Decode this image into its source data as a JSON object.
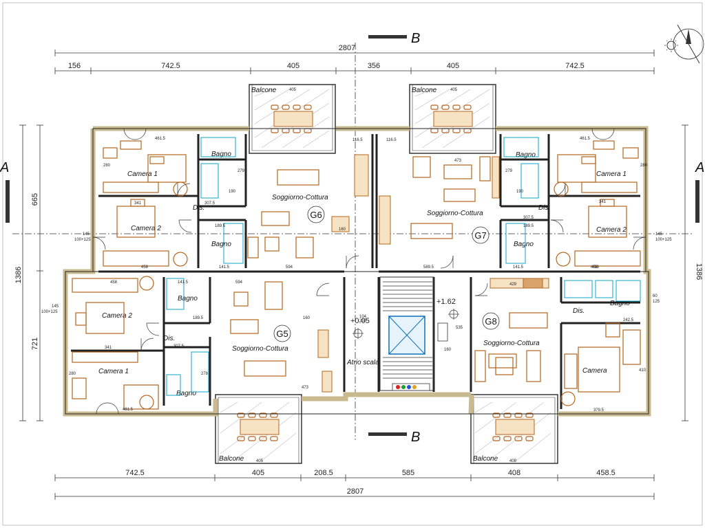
{
  "section_labels": {
    "b_top": "B",
    "b_bottom": "B",
    "a_left": "A",
    "a_right": "A"
  },
  "top_dims": {
    "total": "2807",
    "segments": [
      "156",
      "742.5",
      "405",
      "356",
      "405",
      "742.5"
    ]
  },
  "bottom_dims": {
    "total": "2807",
    "segments": [
      "742.5",
      "405",
      "208.5",
      "585",
      "408",
      "458.5"
    ]
  },
  "left_dims": {
    "total": "1386",
    "upper": "665",
    "lower": "721"
  },
  "right_dims": {
    "total": "1386"
  },
  "units": {
    "g5": "G5",
    "g6": "G6",
    "g7": "G7",
    "g8": "G8"
  },
  "rooms": {
    "balcone_tl": "Balcone",
    "balcone_tr": "Balcone",
    "balcone_bl": "Balcone",
    "balcone_br": "Balcone",
    "g6_camera1": "Camera 1",
    "g6_camera2": "Camera 2",
    "g6_bagno1": "Bagno",
    "g6_bagno2": "Bagno",
    "g6_dis": "Dis.",
    "g6_soggiorno": "Soggiorno-Cottura",
    "g7_camera1": "Camera 1",
    "g7_camera2": "Camera 2",
    "g7_bagno1": "Bagno",
    "g7_bagno2": "Bagno",
    "g7_dis": "Dis.",
    "g7_soggiorno": "Soggiorno-Cottura",
    "g5_camera1": "Camera 1",
    "g5_camera2": "Camera 2",
    "g5_bagno1": "Bagno",
    "g5_bagno2": "Bagno",
    "g5_dis": "Dis.",
    "g5_soggiorno": "Soggiorno-Cottura",
    "g8_camera": "Camera",
    "g8_bagno": "Bagno",
    "g8_dis": "Dis.",
    "g8_soggiorno": "Soggiorno-Cottura",
    "atrio": "Atrio scala"
  },
  "levels": {
    "atrio": "+0.05",
    "landing": "+1.62"
  },
  "small_dims": {
    "b405_tl": "405",
    "b405_tr": "405",
    "b405_bl": "405",
    "b405_br": "408",
    "d461_tl": "461.5",
    "d461_tr": "461.5",
    "d461_bl": "461.5",
    "d458_a": "458",
    "d458_b": "458",
    "d458_c": "458",
    "d458_d": "458",
    "d594_a": "594",
    "d594_b": "594",
    "d589": "589.5",
    "d473_a": "473",
    "d473_b": "473",
    "d116_a": "116.5",
    "d116_b": "116.5",
    "d341_a": "341",
    "d341_b": "341",
    "d341_c": "341",
    "d307_a": "307.5",
    "d307_b": "307.5",
    "d307_c": "307.5",
    "d141_a": "141.5",
    "d141_b": "141.5",
    "d141_c": "141.5",
    "d279_a": "279",
    "d279_b": "279",
    "d278": "278",
    "d279_c": "279",
    "d190_a": "190",
    "d190_b": "190",
    "d189_a": "189.5",
    "d189_b": "189.5",
    "d160_a": "160",
    "d160_b": "160",
    "d160_c": "160",
    "d379": "379.5",
    "d242": "242.5",
    "d429": "429",
    "d410": "410",
    "d280_a": "280",
    "d280_b": "280",
    "d280_c": "280",
    "d145_l": "145",
    "d100_l": "100+125",
    "d145_r": "145",
    "d100_r": "100+125",
    "d145_l2": "145",
    "d100_l2": "100+125",
    "d60_r2": "60",
    "d125_r2": "125",
    "d104": "104",
    "d210": "210",
    "d535": "535",
    "d160_st": "160"
  }
}
